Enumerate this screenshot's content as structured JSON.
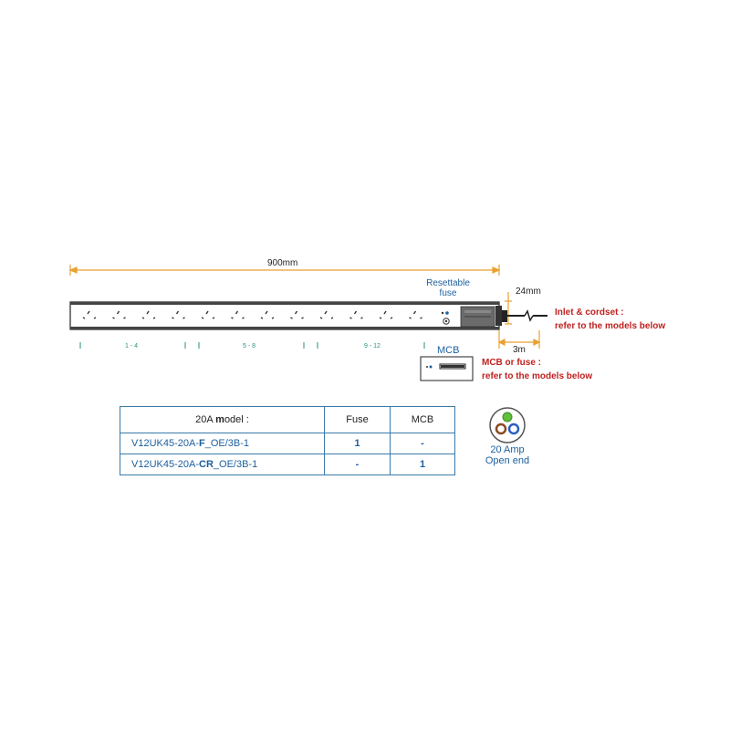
{
  "dimensions": {
    "length_label": "900mm",
    "width_label": "24mm",
    "cord_label": "3m"
  },
  "callouts": {
    "resettable_line1": "Resettable",
    "resettable_line2": "fuse",
    "mcb_label": "MCB",
    "inlet_line1": "Inlet & cordset :",
    "inlet_line2": "refer to the models below",
    "mcb_fuse_line1": "MCB or fuse :",
    "mcb_fuse_line2": "refer to the models below"
  },
  "outlet_groups": [
    "1 - 4",
    "5 - 8",
    "9 - 12"
  ],
  "table": {
    "header_prefix": "20A ",
    "header_bold": "m",
    "header_suffix": "odel :",
    "col_fuse": "Fuse",
    "col_mcb": "MCB",
    "rows": [
      {
        "pre": "V12UK45-20A-",
        "code": "F",
        "post": "_OE/3B-1",
        "fuse": "1",
        "mcb": "-"
      },
      {
        "pre": "V12UK45-20A-",
        "code": "CR",
        "post": "_OE/3B-1",
        "fuse": "-",
        "mcb": "1"
      }
    ]
  },
  "cable": {
    "line1": "20 Amp",
    "line2": "Open end"
  },
  "colors": {
    "dimension": "#e8a030",
    "label_blue": "#1a5f9e",
    "note_red": "#c0211f",
    "outlet_green": "#2a8f7f"
  }
}
